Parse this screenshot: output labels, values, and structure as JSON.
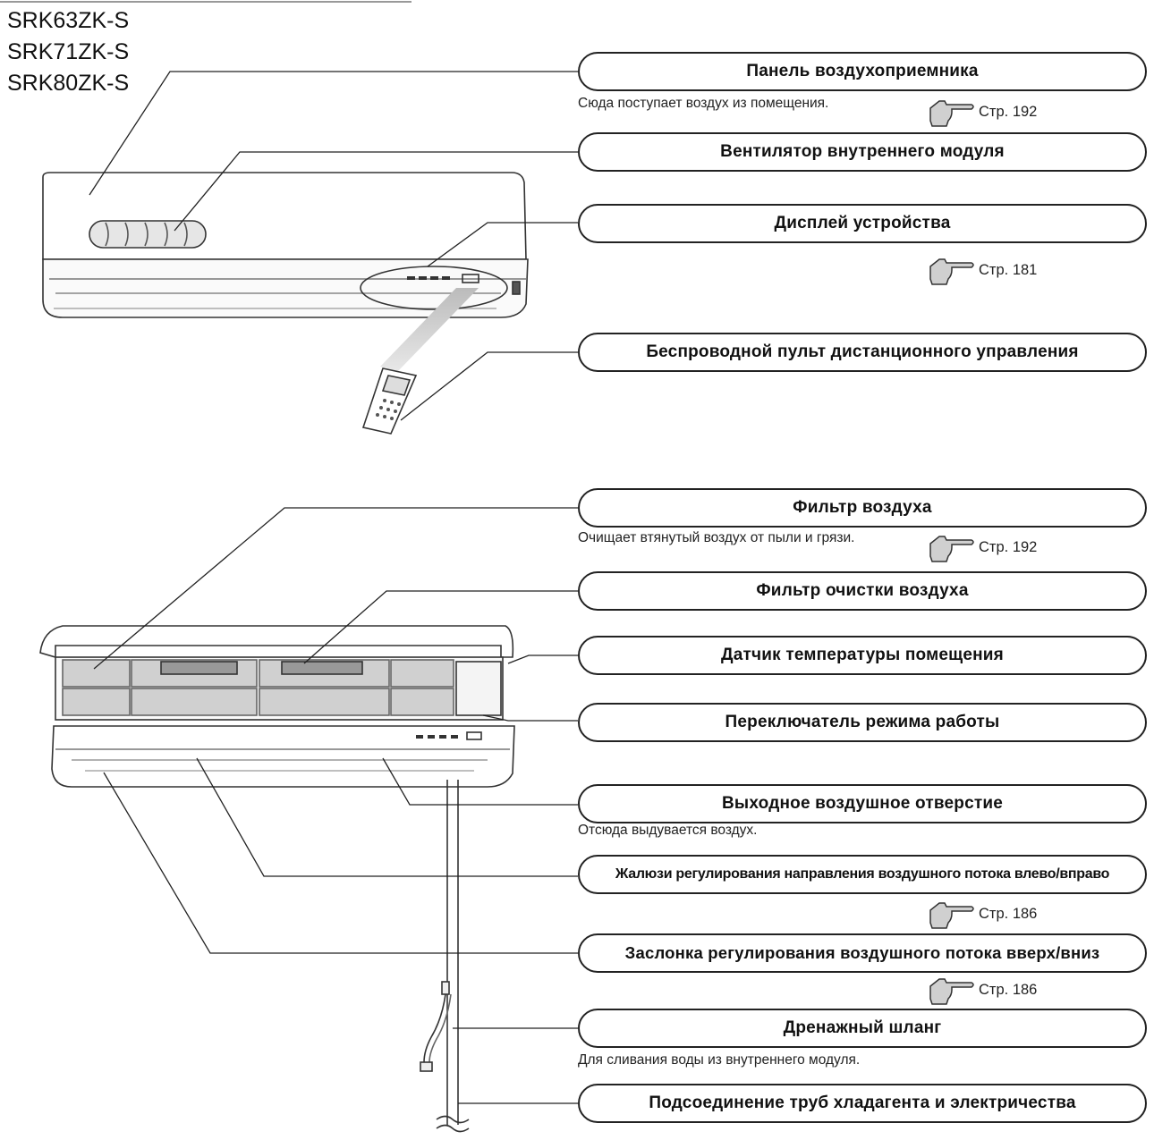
{
  "models": [
    "SRK63ZK-S",
    "SRK71ZK-S",
    "SRK80ZK-S"
  ],
  "callouts": [
    {
      "label": "Панель воздухоприемника",
      "desc": "Сюда поступает воздух из помещения.",
      "ref": "Стр. 192"
    },
    {
      "label": "Вентилятор внутреннего модуля"
    },
    {
      "label": "Дисплей устройства",
      "ref": "Стр. 181"
    },
    {
      "label": "Беспроводной пульт дистанционного управления"
    },
    {
      "label": "Фильтр воздуха",
      "desc": "Очищает втянутый воздух от пыли и грязи.",
      "ref": "Стр. 192"
    },
    {
      "label": "Фильтр очистки воздуха"
    },
    {
      "label": "Датчик температуры помещения"
    },
    {
      "label": "Переключатель режима работы"
    },
    {
      "label": "Выходное воздушное отверстие",
      "desc": "Отсюда выдувается воздух."
    },
    {
      "label": "Жалюзи регулирования направления воздушного потока влево/вправо",
      "ref": "Стр. 186"
    },
    {
      "label": "Заслонка регулирования воздушного потока вверх/вниз",
      "ref": "Стр. 186"
    },
    {
      "label": "Дренажный шланг",
      "desc": "Для сливания воды из внутреннего модуля."
    },
    {
      "label": "Подсоединение труб хладагента и электричества"
    }
  ],
  "icons": [
    "pointing-hand-icon"
  ],
  "colors": {
    "line": "#222222",
    "background": "#ffffff"
  }
}
